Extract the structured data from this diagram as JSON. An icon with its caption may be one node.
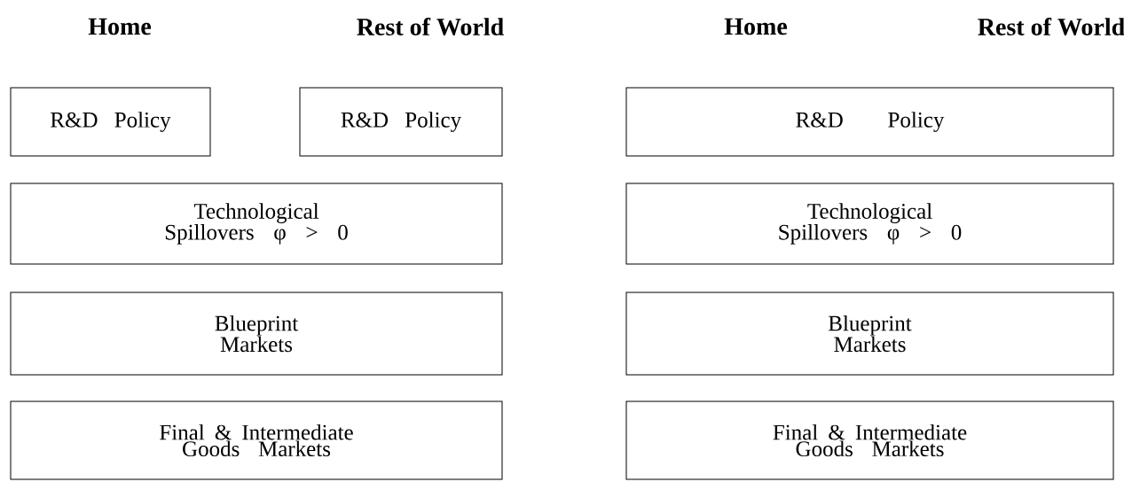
{
  "diagram": {
    "nodes": [
      {
        "text": [
          "R&D Policy"
        ]
      },
      {
        "text": [
          "R&D Policy"
        ]
      },
      {
        "text": [
          "R&D Policy"
        ]
      },
      {
        "text": [
          "Technological Spillovers φ > 0"
        ]
      },
      {
        "text": [
          "Technological Spillovers φ > 0"
        ]
      },
      {
        "text": [
          "Blueprint Markets"
        ]
      },
      {
        "text": [
          "Blueprint Markets"
        ]
      },
      {
        "text": [
          "Final & Intermediate Goods Markets"
        ]
      },
      {
        "text": [
          "Final & Intermediate Goods Markets"
        ]
      }
    ],
    "labels": [
      "Home",
      "Rest of World",
      "Home",
      "Rest of World"
    ]
  }
}
